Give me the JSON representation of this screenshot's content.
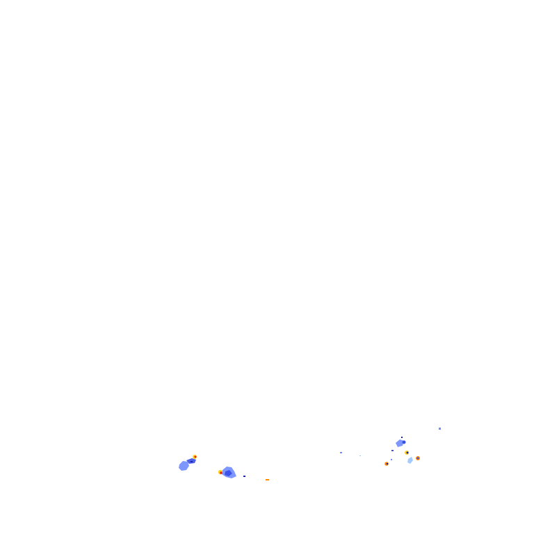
{
  "layer": {
    "kind": "radar-reflectivity-overlay",
    "background": "transparent",
    "palette": {
      "light_blue": "#9ec8ff",
      "blue": "#6f8cff",
      "deep_blue": "#3a4fe6",
      "navy": "#1c1fa8",
      "yellow": "#ffd21e",
      "orange": "#ff8a00",
      "red": "#e0201b"
    },
    "echo_count": 14
  }
}
